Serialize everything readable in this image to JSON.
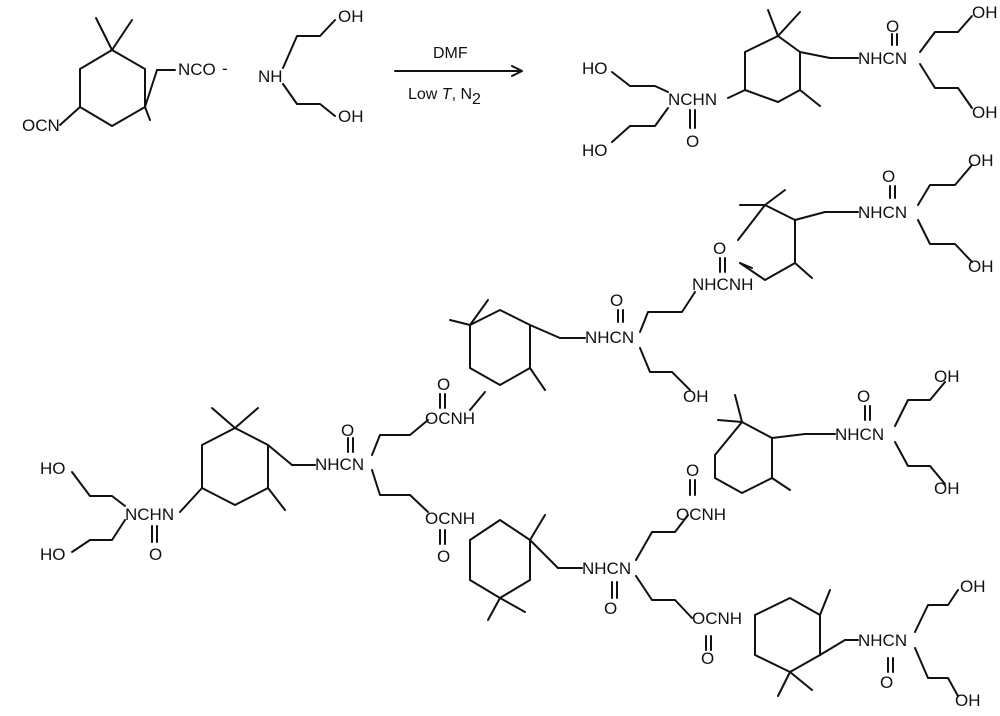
{
  "reaction": {
    "condition_top": "DMF",
    "condition_bottom_a": "Low ",
    "condition_bottom_T": "T",
    "condition_bottom_b": ", N",
    "condition_bottom_sub": "2"
  },
  "labels": {
    "nco": "NCO",
    "ocn": "OCN",
    "nh": "NH",
    "oh": "OH",
    "ho": "HO",
    "ncahn": "NCHN",
    "nhcn": "NHCN",
    "nhcnh": "NHCNH",
    "ocnh": "OCNH",
    "o": "O"
  },
  "colors": {
    "ink": "#111111",
    "background": "#ffffff"
  }
}
